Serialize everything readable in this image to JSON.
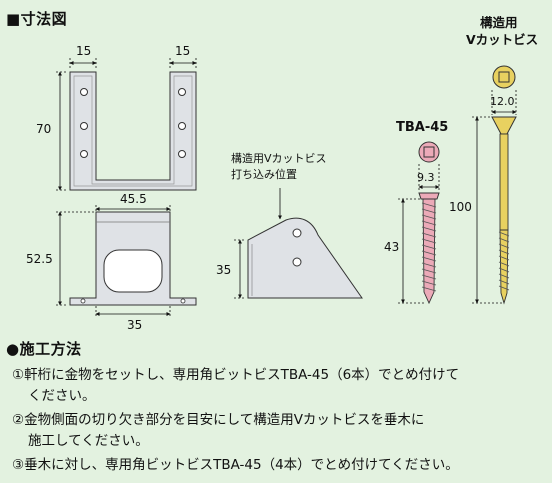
{
  "header": {
    "dimensions_title": "■寸法図"
  },
  "labels": {
    "screw_title_line1": "構造用",
    "screw_title_line2": "Vカットビス",
    "tba_title": "TBA-45",
    "v_cut_position_line1": "構造用Vカットビス",
    "v_cut_position_line2": "打ち込み位置"
  },
  "dimensions": {
    "front_left_width": "15",
    "front_right_width": "15",
    "front_height": "70",
    "bottom_width": "45.5",
    "bottom_height": "52.5",
    "bottom_base": "35",
    "side_height": "35",
    "vcut_head_dia": "12.0",
    "vcut_length": "100",
    "tba_head_dia": "9.3",
    "tba_length": "43"
  },
  "colors": {
    "background": "#e3f2e0",
    "metal": "#dfe2e6",
    "yellow_screw": "#e8d160",
    "pink_screw": "#ecaab8"
  },
  "instructions": {
    "title": "●施工方法",
    "step1_line1": "①軒桁に金物をセットし、専用角ビットビスTBA-45（6本）でとめ付けて",
    "step1_line2": "ください。",
    "step2_line1": "②金物側面の切り欠き部分を目安にして構造用Vカットビスを垂木に",
    "step2_line2": "施工してください。",
    "step3": "③垂木に対し、専用角ビットビスTBA-45（4本）でとめ付けてください。"
  }
}
